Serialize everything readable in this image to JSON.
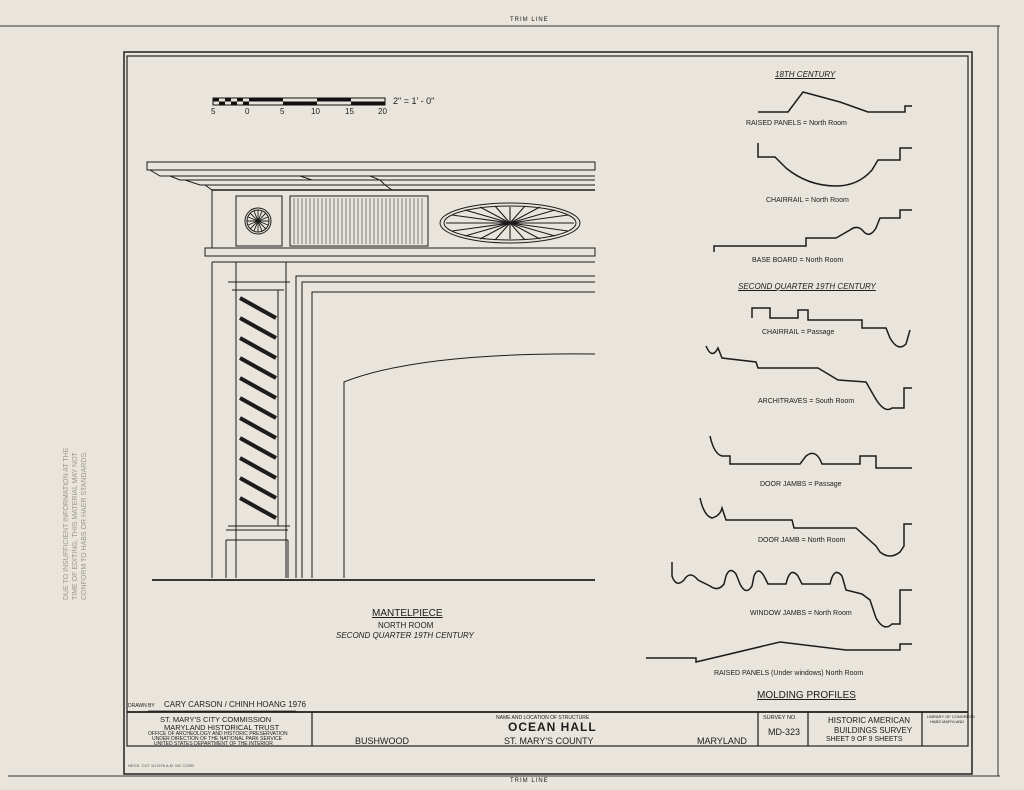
{
  "trim_line": "TRIM LINE",
  "scale": {
    "ticks": [
      "5",
      "0",
      "5",
      "10",
      "15",
      "20"
    ],
    "label": "2\" = 1' - 0\""
  },
  "profiles": {
    "heading": "MOLDING PROFILES",
    "eighteenth_century": "18TH CENTURY",
    "second_quarter": "SECOND QUARTER 19TH CENTURY",
    "raised_panels": "RAISED PANELS = North Room",
    "chairrail_north": "CHAIRRAIL = North Room",
    "base_board": "BASE BOARD = North Room",
    "chairrail_passage": "CHAIRRAIL = Passage",
    "architraves": "ARCHITRAVES = South Room",
    "door_jambs_passage": "DOOR JAMBS = Passage",
    "door_jamb_north": "DOOR JAMB = North Room",
    "window_jambs": "WINDOW JAMBS = North Room",
    "raised_panels_under": "RAISED PANELS (Under windows) North Room"
  },
  "mantel": {
    "title": "MANTELPIECE",
    "room": "NORTH ROOM",
    "period": "SECOND QUARTER 19TH CENTURY"
  },
  "drawn_by": {
    "prefix": "DRAWN BY",
    "names": "CARY CARSON / CHINH HOANG 1976"
  },
  "title_block": {
    "org1": "ST. MARY'S CITY COMMISSION",
    "org2": "MARYLAND HISTORICAL TRUST",
    "org3": "OFFICE OF ARCHEOLOGY AND HISTORIC PRESERVATION",
    "org4": "UNDER DIRECTION OF THE NATIONAL PARK SERVICE",
    "org5": "UNITED STATES DEPARTMENT OF THE INTERIOR",
    "structure_caption": "NAME AND LOCATION OF STRUCTURE",
    "structure_name": "OCEAN HALL",
    "town": "BUSHWOOD",
    "county": "ST. MARY'S COUNTY",
    "state": "MARYLAND",
    "survey_caption": "SURVEY NO.",
    "survey_no": "MD-323",
    "habs1": "HISTORIC AMERICAN",
    "habs2": "BUILDINGS SURVEY",
    "sheet": "SHEET 9 OF 9 SHEETS",
    "library1": "LIBRARY OF CONGRESS",
    "library2": "HABS MARYLAND"
  },
  "side_note": [
    "DUE TO INSUFFICIENT INFORMATION AT THE",
    "TIME OF EDITING, THIS MATERIAL MAY NOT",
    "CONFORM TO HABS OR HAER STANDARDS."
  ],
  "footer_small": "NEGS. CUT 11/1976 A.M. MC CORD"
}
